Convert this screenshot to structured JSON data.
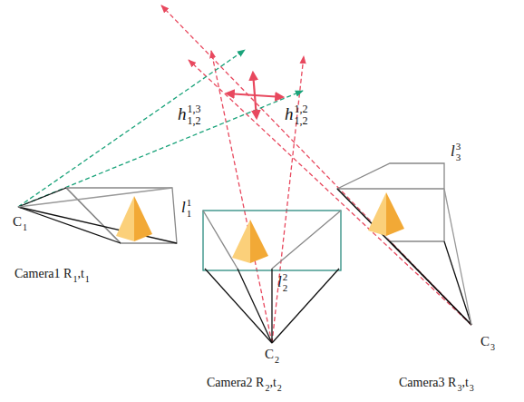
{
  "diagram": {
    "labels": [
      "h",
      "1,3",
      "1,2",
      "h",
      "1,2",
      "1,2",
      "C",
      "1",
      "C",
      "2",
      "C",
      "3",
      "l",
      "1",
      "1",
      "l",
      "2",
      "2",
      "l",
      "3",
      "3",
      "Camera1 R",
      "1",
      ",t",
      "1",
      "Camera2 R",
      "2",
      ",t",
      "2",
      "Camera3 R",
      "3",
      ",t",
      "3"
    ]
  }
}
